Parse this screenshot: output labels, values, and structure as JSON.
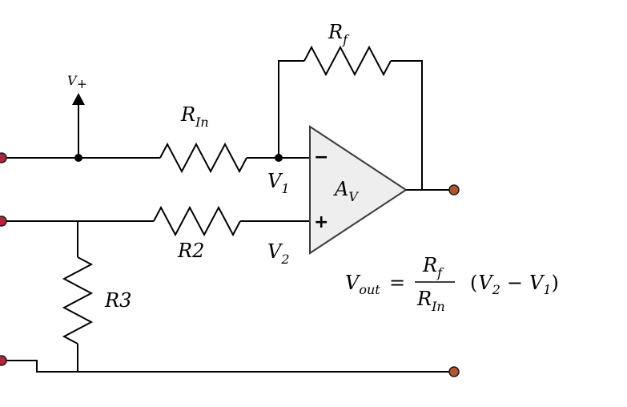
{
  "colors": {
    "input_terminal": "#b0263b",
    "output_terminal": "#b4542e",
    "opamp_fill": "#eeeeee",
    "line": "#000000"
  },
  "labels": {
    "v_plus": {
      "main": "V",
      "sub": "+"
    },
    "rf": {
      "main": "R",
      "sub": "f"
    },
    "rin": {
      "main": "R",
      "sub": "In"
    },
    "v1": {
      "main": "V",
      "sub": "1"
    },
    "v2": {
      "main": "V",
      "sub": "2"
    },
    "r2": "R2",
    "r3": "R3",
    "av": {
      "main": "A",
      "sub": "V"
    },
    "opamp_minus": "−",
    "opamp_plus": "+"
  },
  "formula": {
    "lhs": {
      "main": "V",
      "sub": "out"
    },
    "equals": "=",
    "numerator": {
      "main": "R",
      "sub": "f"
    },
    "denominator": {
      "main": "R",
      "sub": "In"
    },
    "term": {
      "open": "(",
      "v2": "V",
      "v2_sub": "2",
      "minus": "−",
      "v1": "V",
      "v1_sub": "1",
      "close": ")"
    }
  }
}
